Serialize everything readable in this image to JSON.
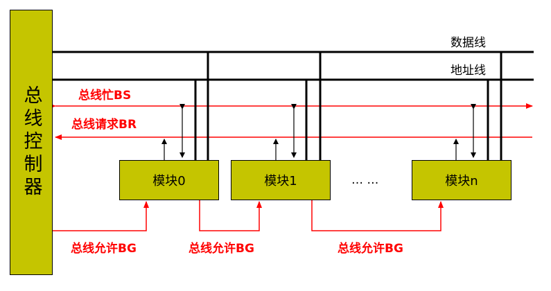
{
  "controller": {
    "label": "总线控制器"
  },
  "lines": {
    "data_bus": "数据线",
    "address_bus": "地址线",
    "busy": "总线忙BS",
    "request": "总线请求BR"
  },
  "modules": [
    {
      "label": "模块0"
    },
    {
      "label": "模块1"
    },
    {
      "label": "模块n"
    }
  ],
  "ellipsis": "…  …",
  "grants": [
    {
      "label": "总线允许BG"
    },
    {
      "label": "总线允许BG"
    },
    {
      "label": "总线允许BG"
    }
  ],
  "colors": {
    "block_fill": "#c5c500",
    "signal": "#ff0000",
    "bus": "#000000"
  }
}
